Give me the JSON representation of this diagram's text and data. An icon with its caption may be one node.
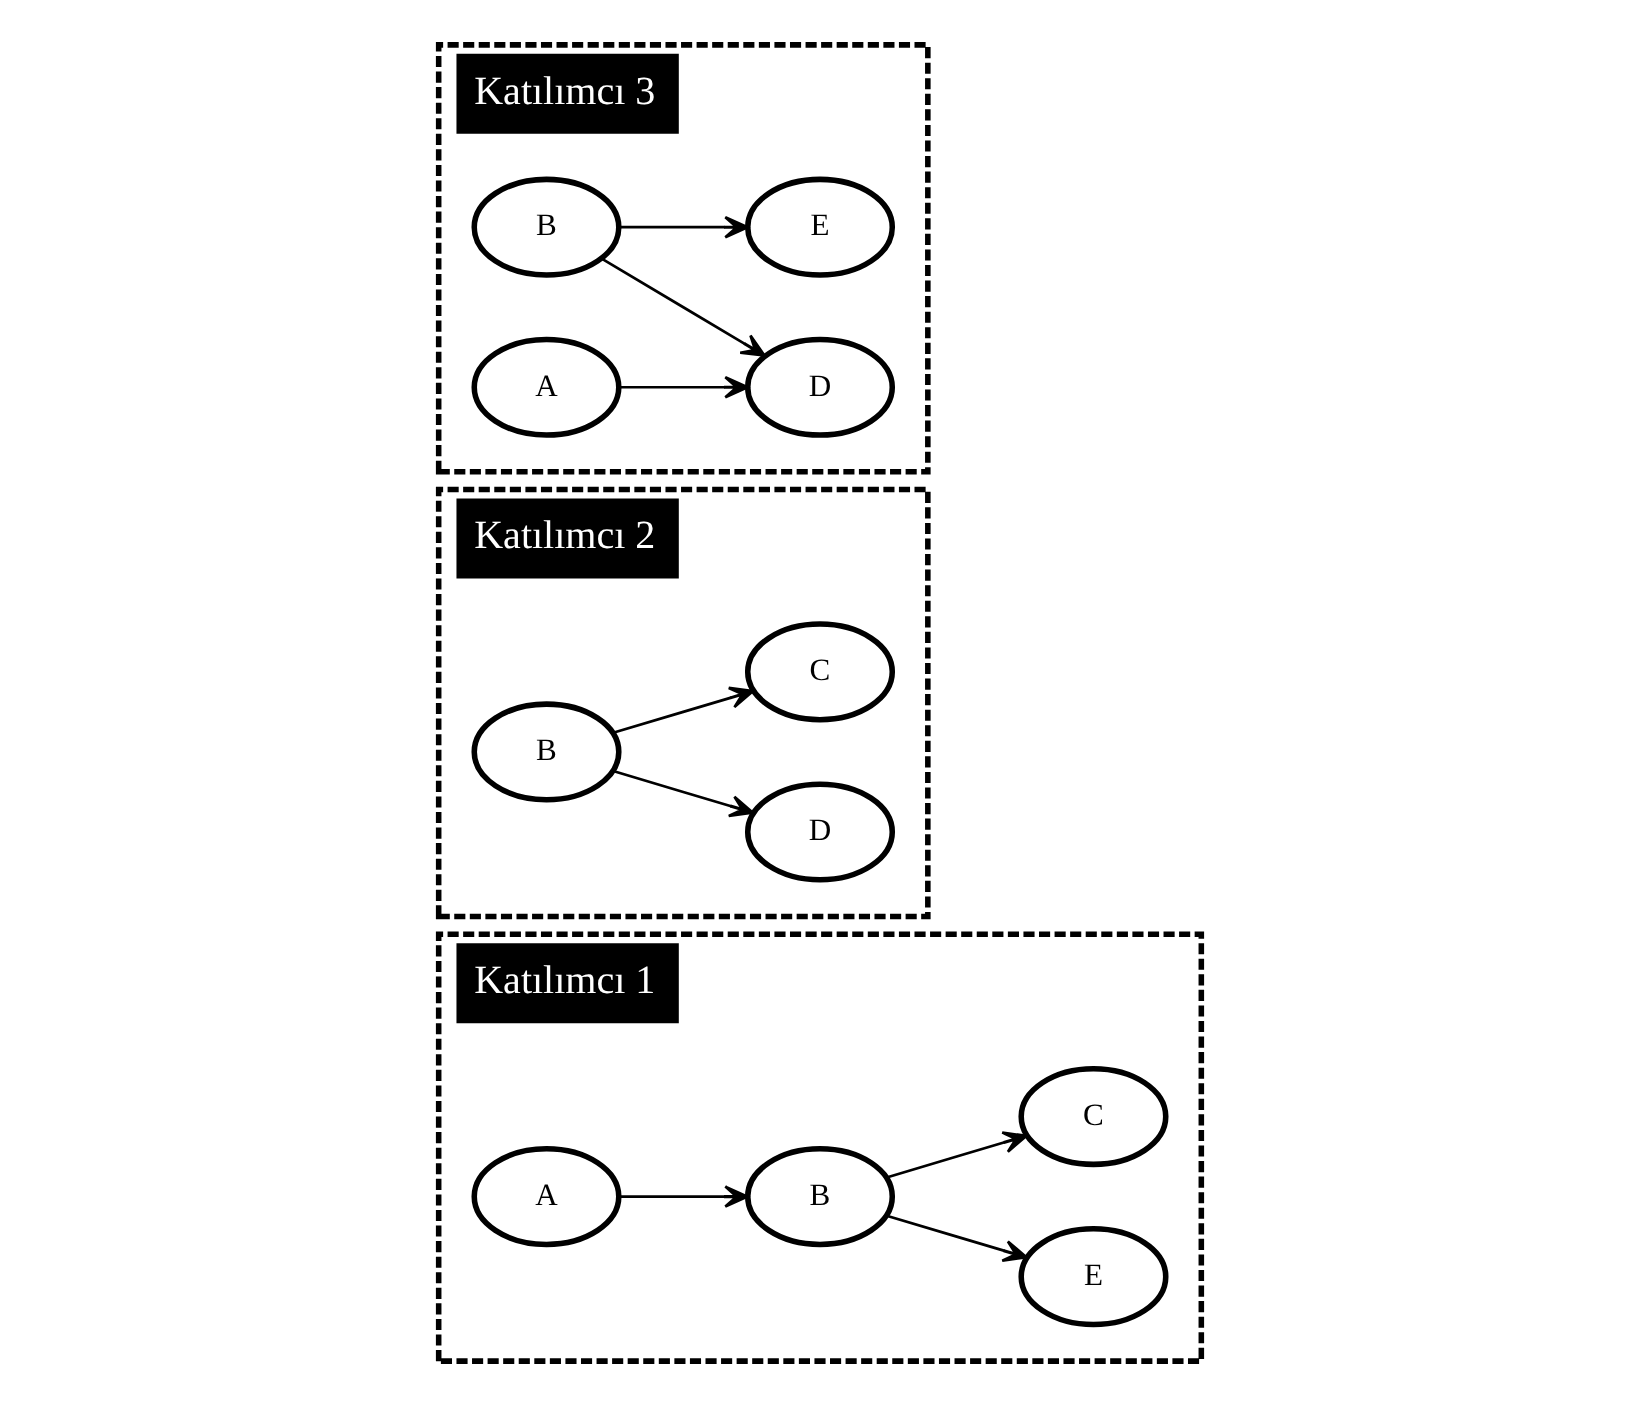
{
  "diagram": {
    "nodes": [
      {
        "text": [
          "Katılımcı 1"
        ]
      },
      {
        "text": [
          "A"
        ],
        "in": 0
      },
      {
        "text": [
          "B"
        ],
        "in": 0
      },
      {
        "text": [
          "E"
        ],
        "in": 0
      },
      {
        "text": [
          "C"
        ],
        "in": 0
      },
      {
        "text": [
          "Katılımcı 2"
        ]
      },
      {
        "text": [
          "B"
        ],
        "in": 5
      },
      {
        "text": [
          "D"
        ],
        "in": 5
      },
      {
        "text": [
          "C"
        ],
        "in": 5
      },
      {
        "text": [
          "Katılımcı 3"
        ]
      },
      {
        "text": [
          "B"
        ],
        "in": 9
      },
      {
        "text": [
          "A"
        ],
        "in": 9
      },
      {
        "text": [
          "D"
        ],
        "in": 9
      },
      {
        "text": [
          "E"
        ],
        "in": 9
      }
    ],
    "edges": [
      {
        "from": 1,
        "to": 2,
        "arrow": "to"
      },
      {
        "from": 2,
        "to": 3,
        "arrow": "to"
      },
      {
        "from": 2,
        "to": 4,
        "arrow": "to"
      },
      {
        "from": 6,
        "to": 7,
        "arrow": "to"
      },
      {
        "from": 6,
        "to": 8,
        "arrow": "to"
      },
      {
        "from": 11,
        "to": 12,
        "arrow": "to"
      },
      {
        "from": 10,
        "to": 12,
        "arrow": "to"
      },
      {
        "from": 10,
        "to": 13,
        "arrow": "to"
      }
    ]
  }
}
